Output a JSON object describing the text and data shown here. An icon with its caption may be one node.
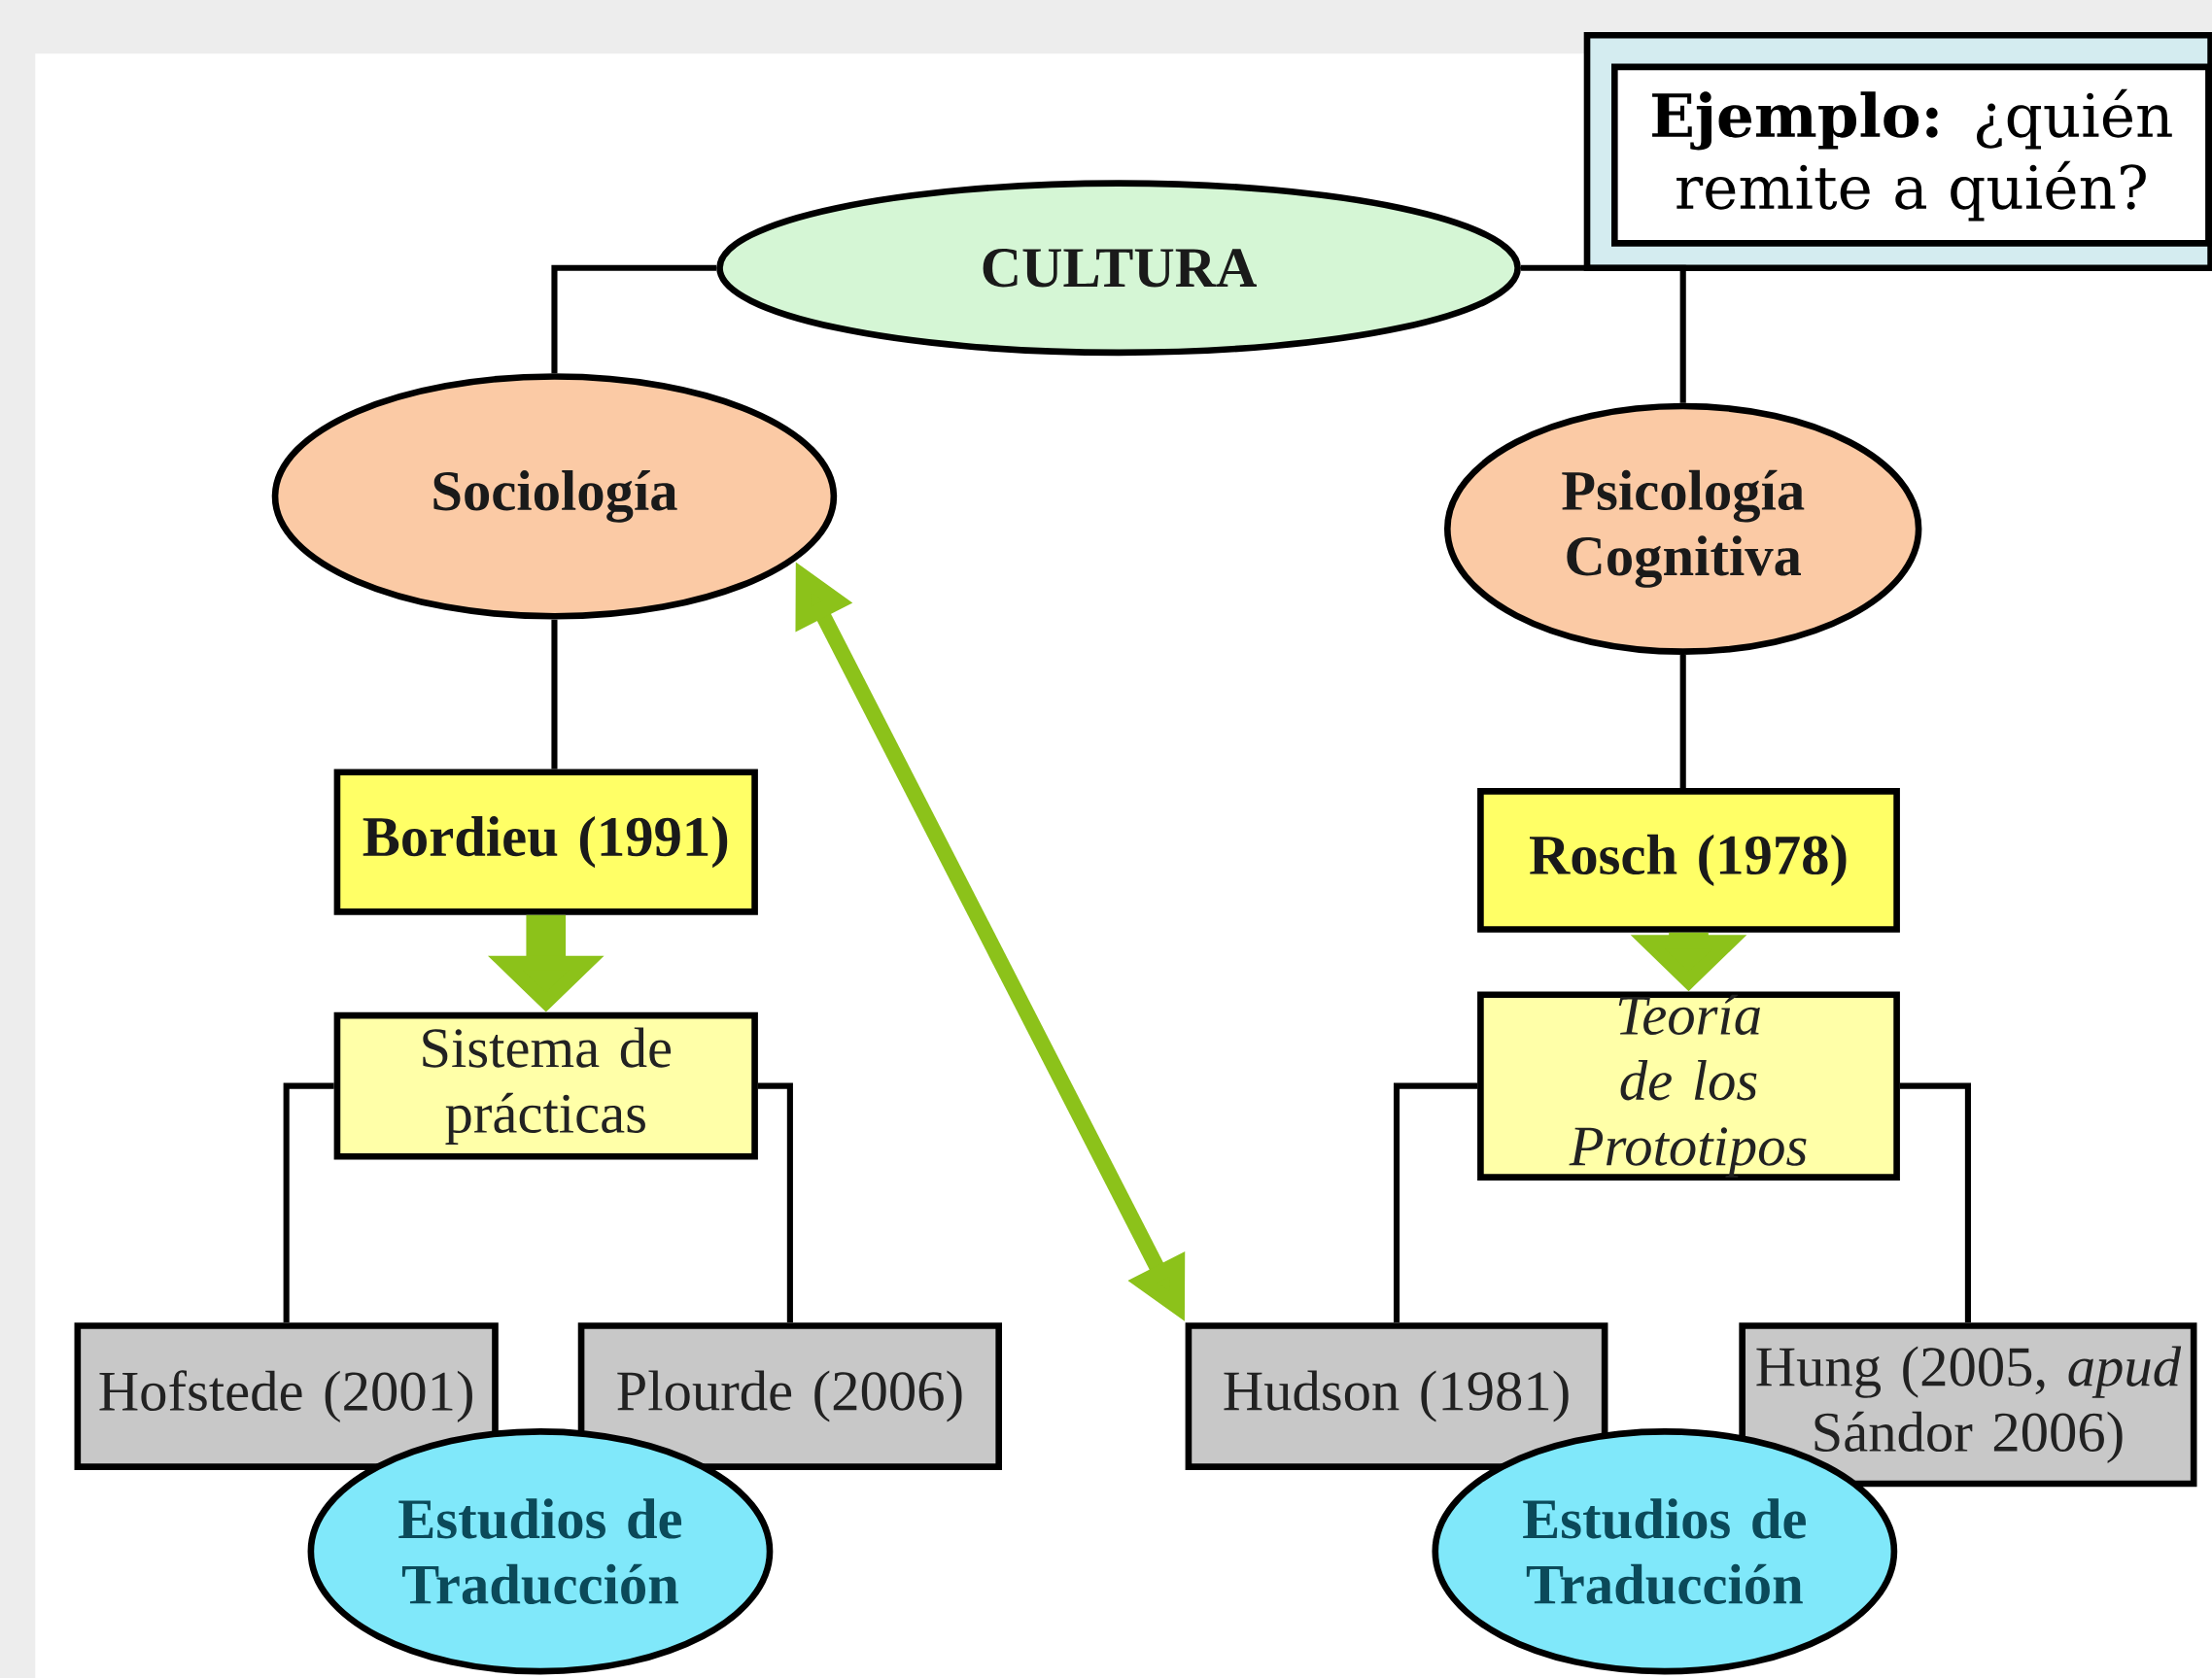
{
  "diagram": {
    "nodes": [
      {
        "text": [
          "CULTURA"
        ]
      },
      {
        "text": [
          "**Ejemplo:** ¿quién remite a quién?"
        ]
      },
      {
        "text": [
          "Sociología"
        ]
      },
      {
        "text": [
          "Psicología Cognitiva"
        ]
      },
      {
        "text": [
          "Bordieu (1991)"
        ]
      },
      {
        "text": [
          "Rosch (1978)"
        ]
      },
      {
        "text": [
          "Sistema de prácticas"
        ]
      },
      {
        "text": [
          "Teoría de los Prototipos"
        ]
      },
      {
        "text": [
          "Hofstede (2001)"
        ]
      },
      {
        "text": [
          "Plourde (2006)"
        ]
      },
      {
        "text": [
          "Estudios de Traducción"
        ]
      },
      {
        "text": [
          "Hudson (1981)"
        ]
      },
      {
        "text": [
          "Hung (2005, *apud* Sándor 2006)"
        ]
      },
      {
        "text": [
          "Estudios de Traducción"
        ]
      }
    ],
    "edges": [
      {
        "from": 0,
        "to": 2,
        "arrow": "none"
      },
      {
        "from": 0,
        "to": 3,
        "arrow": "none"
      },
      {
        "from": 2,
        "to": 4,
        "arrow": "none"
      },
      {
        "from": 3,
        "to": 5,
        "arrow": "none"
      },
      {
        "from": 4,
        "to": 6,
        "arrow": "to",
        "style": "thick",
        "color": "#8cc21a"
      },
      {
        "from": 5,
        "to": 7,
        "arrow": "to",
        "style": "thick",
        "color": "#8cc21a"
      },
      {
        "from": 6,
        "to": 8,
        "arrow": "none"
      },
      {
        "from": 6,
        "to": 9,
        "arrow": "none"
      },
      {
        "from": 7,
        "to": 11,
        "arrow": "none"
      },
      {
        "from": 7,
        "to": 12,
        "arrow": "none"
      },
      {
        "from": 2,
        "to": 11,
        "arrow": "both",
        "style": "thick",
        "color": "#8cc21a"
      }
    ]
  }
}
